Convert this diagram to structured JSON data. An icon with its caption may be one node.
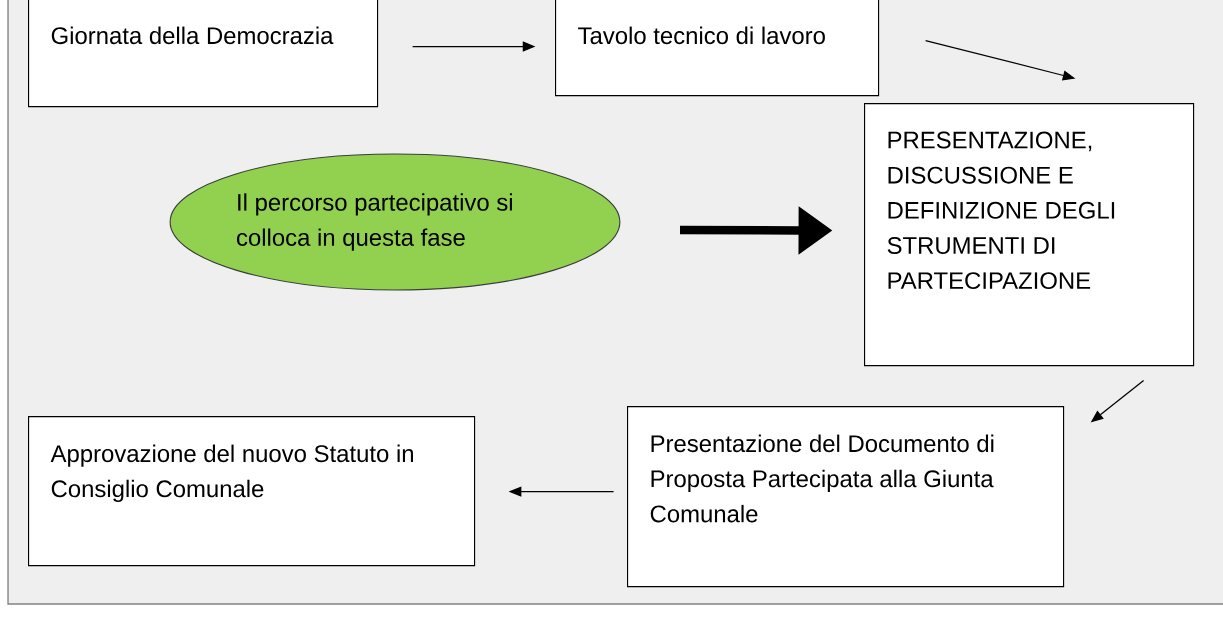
{
  "diagram": {
    "nodes": [
      {
        "text": [
          "Giornata della Democrazia"
        ]
      },
      {
        "text": [
          "Tavolo tecnico di lavoro"
        ]
      },
      {
        "text": [
          "PRESENTAZIONE, DISCUSSIONE E DEFINIZIONE DEGLI STRUMENTI DI PARTECIPAZIONE"
        ]
      },
      {
        "text": [
          "Il percorso partecipativo si colloca in questa fase"
        ]
      },
      {
        "text": [
          "Presentazione del Documento di Proposta Partecipata alla Giunta Comunale"
        ]
      },
      {
        "text": [
          "Approvazione del nuovo Statuto in Consiglio Comunale"
        ]
      }
    ],
    "edges": [
      {
        "from": 0,
        "to": 1,
        "arrow": "to"
      },
      {
        "from": 1,
        "to": 2,
        "arrow": "to"
      },
      {
        "from": 3,
        "to": 2,
        "arrow": "to",
        "style": "thick"
      },
      {
        "from": 2,
        "to": 4,
        "arrow": "to"
      },
      {
        "from": 4,
        "to": 5,
        "arrow": "to"
      }
    ]
  }
}
